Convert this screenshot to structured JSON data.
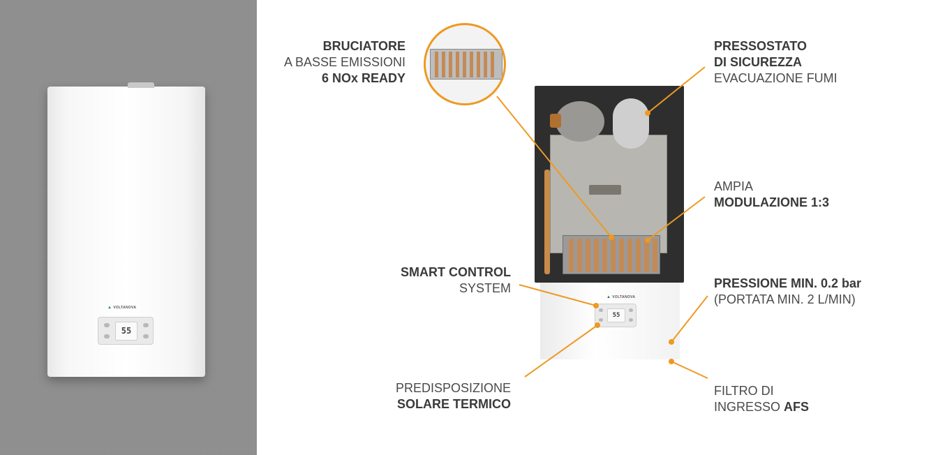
{
  "product": {
    "front": {
      "brand": "VOLTANOVA",
      "display_value": "55"
    },
    "open": {
      "brand": "VOLTANOVA",
      "display_value": "55"
    }
  },
  "callouts": {
    "burner": {
      "bold": "BRUCIATORE",
      "line2": "A BASSE EMISSIONI",
      "line3_bold": "6 NOx READY"
    },
    "pressure_switch": {
      "line1_bold": "PRESSOSTATO",
      "line2_bold": "DI SICUREZZA",
      "line3": "EVACUAZIONE FUMI"
    },
    "modulation": {
      "line1": "AMPIA",
      "line2_bold": "MODULAZIONE 1:3"
    },
    "smart_control": {
      "line1_bold": "SMART CONTROL",
      "line2": "SYSTEM"
    },
    "min_pressure": {
      "line1_bold": "PRESSIONE MIN. 0.2 bar",
      "line2": "(PORTATA MIN. 2 L/MIN)"
    },
    "solar": {
      "line1": "PREDISPOSIZIONE",
      "line2_bold": "SOLARE TERMICO"
    },
    "filter": {
      "line1": "FILTRO DI",
      "line2_prefix": "INGRESSO ",
      "line2_bold": "AFS"
    }
  },
  "colors": {
    "accent": "#ee9922",
    "background_left": "#8d8d8d",
    "text": "#4a4a4a"
  }
}
